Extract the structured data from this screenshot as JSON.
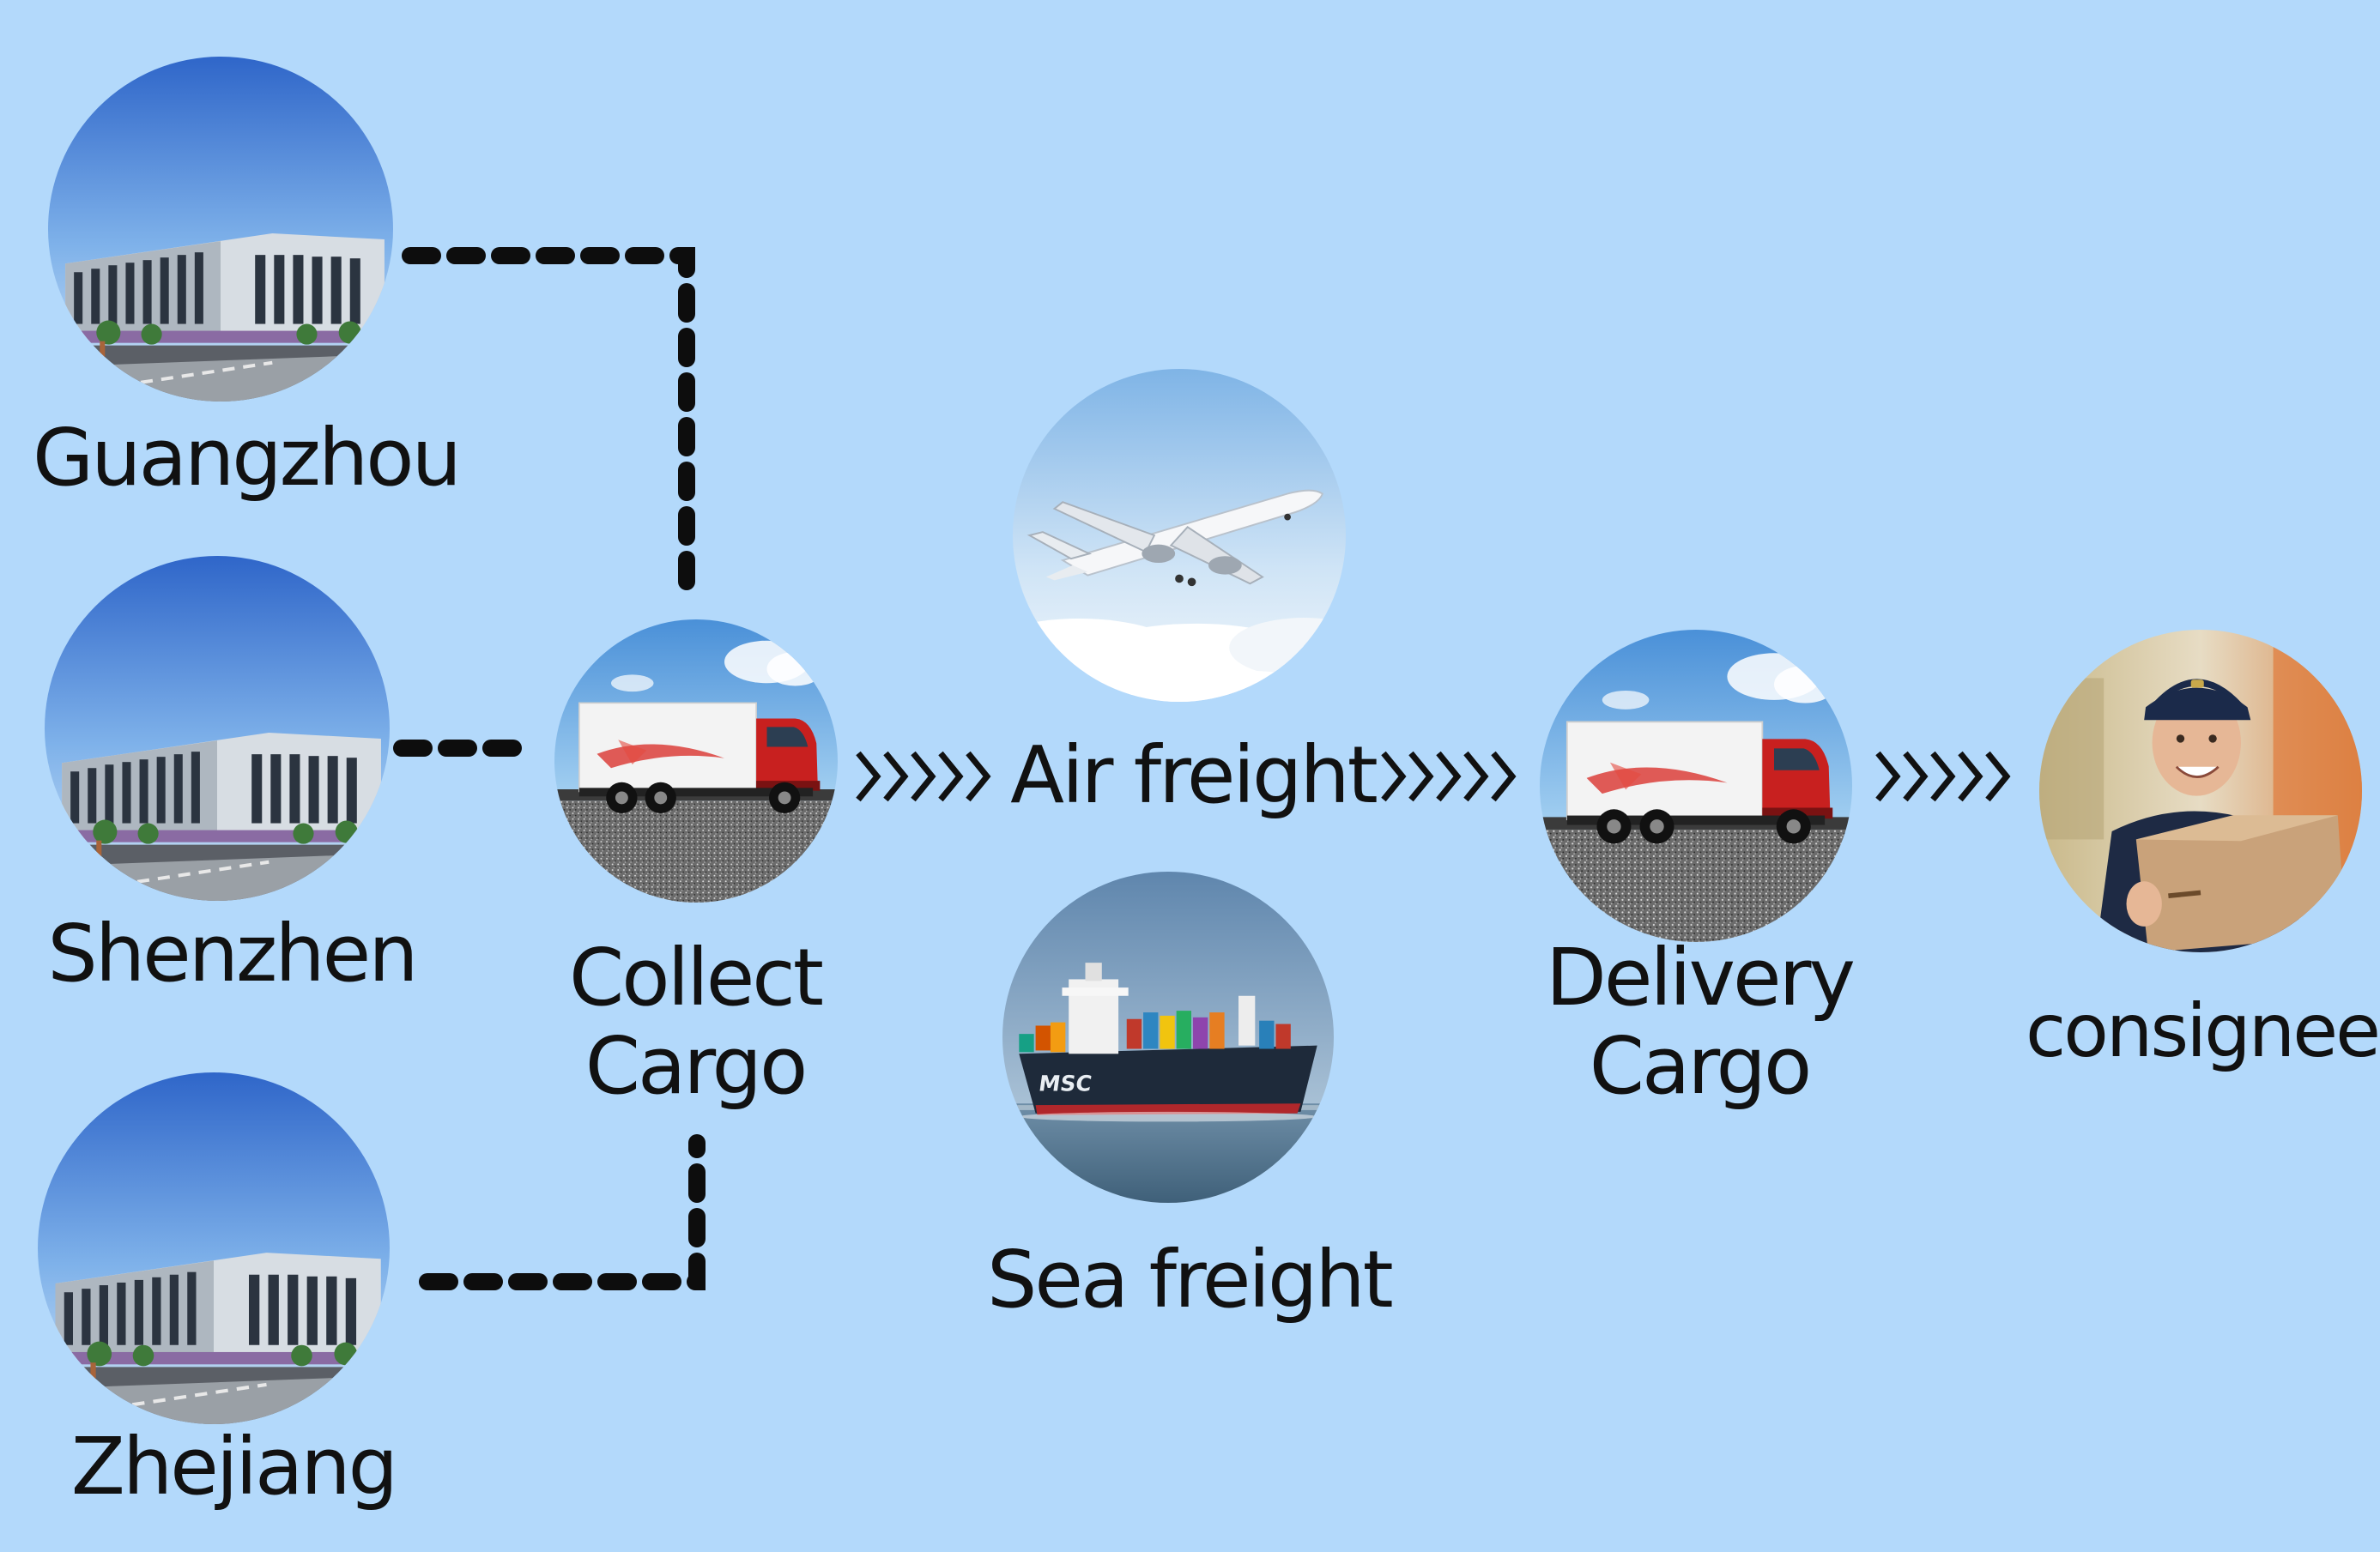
{
  "sources": [
    {
      "label": "Guangzhou"
    },
    {
      "label": "Shenzhen"
    },
    {
      "label": "Zhejiang"
    }
  ],
  "collect": {
    "line1": "Collect",
    "line2": "Cargo"
  },
  "air": {
    "label": "Air freight"
  },
  "sea": {
    "label": "Sea freight"
  },
  "delivery": {
    "line1": "Delivery",
    "line2": "Cargo"
  },
  "consignee": {
    "label": "consignee"
  },
  "ship_marking": "MSC",
  "colors": {
    "background": "#b3d9fb",
    "text": "#111111",
    "connector": "#0d0d0d"
  }
}
